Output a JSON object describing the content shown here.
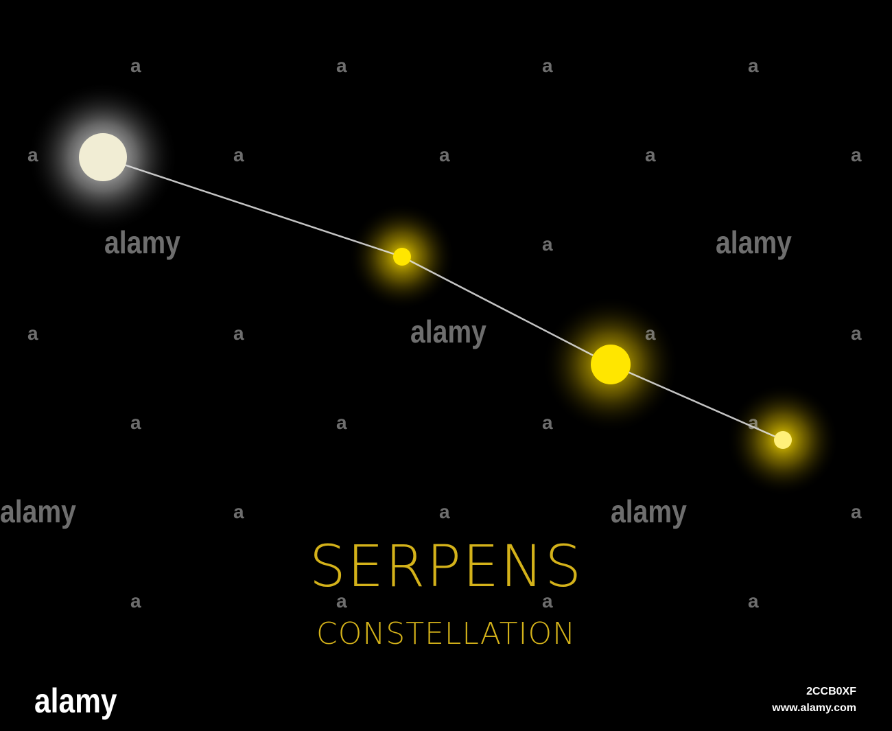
{
  "title": "SERPENS",
  "subtitle": "CONSTELLATION",
  "colors": {
    "background": "#000000",
    "title": "#d4b21a",
    "star_white": "#f1edd4",
    "star_yellow": "#ffe600",
    "star_pale_yellow": "#fff07a",
    "line": "#e6e6e6"
  },
  "stars": [
    "white-star",
    "yellow-star",
    "yellow-star",
    "yellow-star"
  ],
  "watermark": {
    "letter": "a",
    "word": "alamy",
    "footer_logo": "alamy",
    "image_id": "2CCB0XF",
    "url": "www.alamy.com"
  }
}
